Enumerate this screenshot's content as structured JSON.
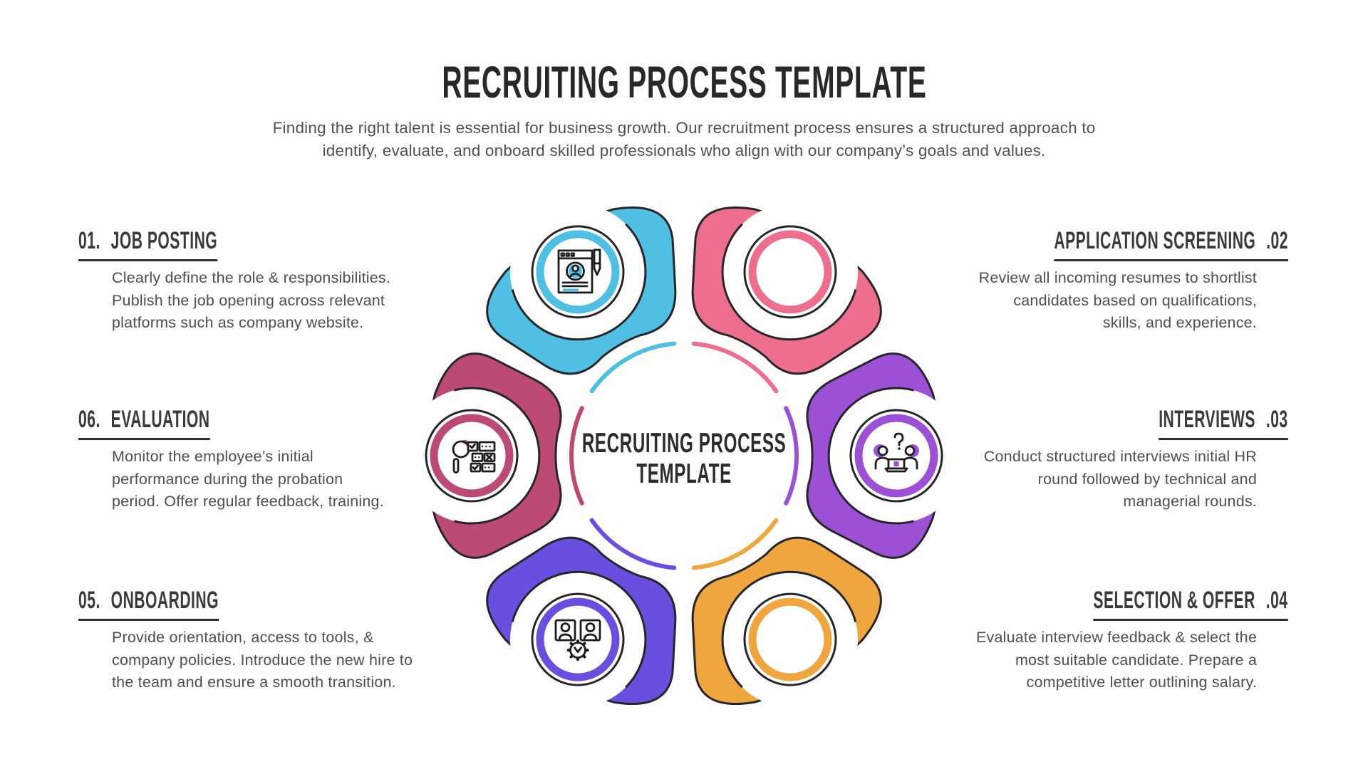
{
  "header": {
    "title": "RECRUITING PROCESS TEMPLATE",
    "subtitle_lines": [
      "Finding the right talent is essential for business growth. Our recruitment process ensures a structured approach to",
      "identify, evaluate, and onboard skilled professionals who align with our company’s goals and values."
    ]
  },
  "diagram": {
    "outline": "#26262a",
    "center_lines": [
      "RECRUITING PROCESS",
      "TEMPLATE"
    ],
    "steps": [
      {
        "name": "job-posting",
        "label": "JOB POSTING",
        "color": "#4fc0e4",
        "angle": 240,
        "icon": "job-posting-icon"
      },
      {
        "name": "application-screening",
        "label": "APPLICATION SCREENING",
        "color": "#ee6e8d",
        "angle": 300,
        "icon": "screening-icon"
      },
      {
        "name": "interviews",
        "label": "INTERVIEWS",
        "color": "#9c50d6",
        "angle": 0,
        "icon": "interviews-icon"
      },
      {
        "name": "selection-offer",
        "label": "SELECTION & OFFER",
        "color": "#f0a63e",
        "angle": 60,
        "icon": "selection-icon"
      },
      {
        "name": "onboarding",
        "label": "ONBOARDING",
        "color": "#6a4ee0",
        "angle": 120,
        "icon": "onboarding-icon"
      },
      {
        "name": "evaluation",
        "label": "EVALUATION",
        "color": "#bc4a74",
        "angle": 180,
        "icon": "evaluation-icon"
      }
    ]
  },
  "sections": {
    "left": [
      {
        "number": "01.",
        "label": "JOB POSTING",
        "lines": [
          "Clearly define the role & responsibilities.",
          "Publish the job opening across relevant",
          "platforms such as company website."
        ]
      },
      {
        "number": "06.",
        "label": "EVALUATION",
        "lines": [
          "Monitor the employee’s initial",
          "performance during the probation",
          "period. Offer regular feedback, training."
        ]
      },
      {
        "number": "05.",
        "label": "ONBOARDING",
        "lines": [
          "Provide orientation, access to tools, &",
          "company policies. Introduce the new hire to",
          "the team and ensure a smooth transition."
        ]
      }
    ],
    "right": [
      {
        "number": ".02",
        "label": "APPLICATION SCREENING",
        "lines": [
          "Review all incoming resumes to shortlist",
          "candidates based on qualifications,",
          "skills, and experience."
        ]
      },
      {
        "number": ".03",
        "label": "INTERVIEWS",
        "lines": [
          "Conduct structured interviews initial HR",
          "round followed by technical and",
          "managerial rounds."
        ]
      },
      {
        "number": ".04",
        "label": "SELECTION & OFFER",
        "lines": [
          "Evaluate interview feedback & select the",
          "most suitable candidate. Prepare a",
          "competitive letter outlining salary."
        ]
      }
    ]
  }
}
